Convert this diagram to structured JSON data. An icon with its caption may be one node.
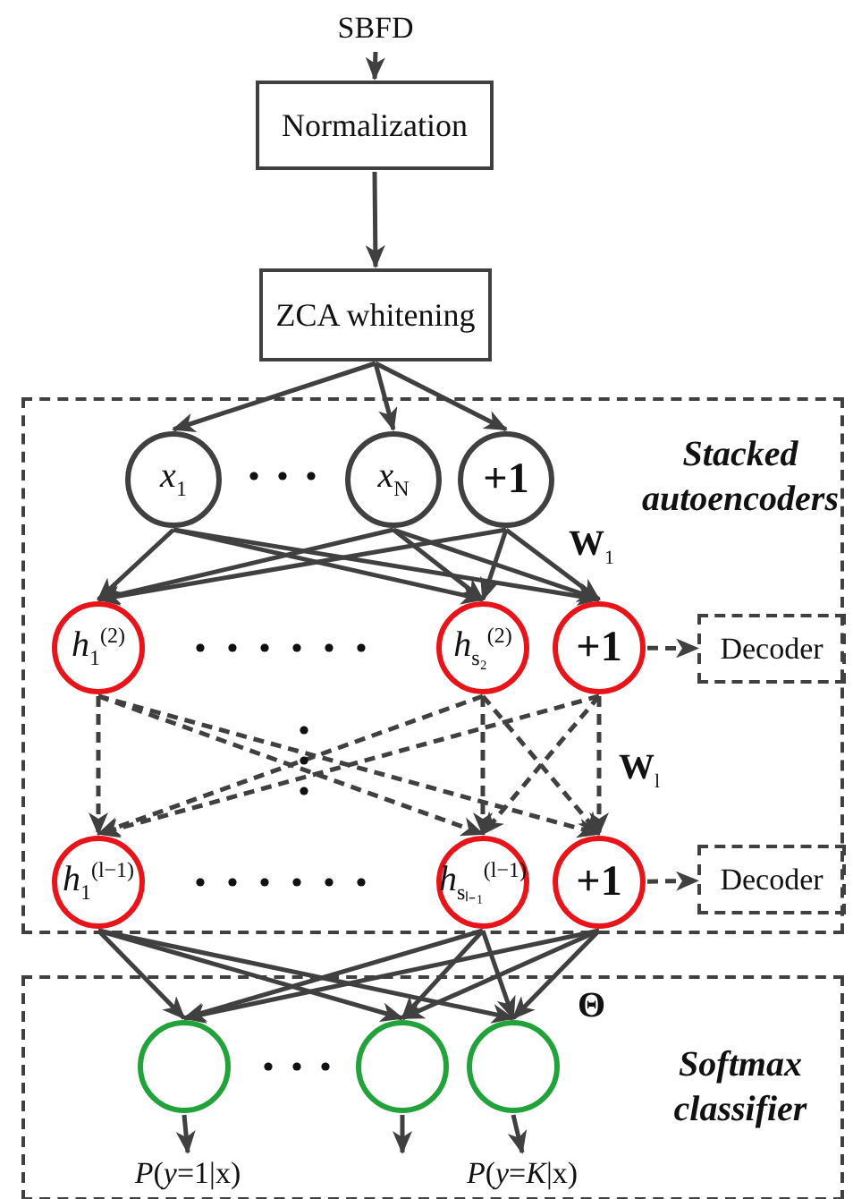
{
  "diagram": {
    "nodes": [
      {
        "text": [
          "SBFD"
        ]
      },
      {
        "text": [
          "Normalization"
        ]
      },
      {
        "text": [
          "ZCA whitening"
        ]
      },
      {
        "text": [
          "Stacked autoencoders"
        ]
      },
      {
        "text": [
          "*x*$_{1}$"
        ],
        "in": 3
      },
      {
        "text": [
          "*x*$_{N}$"
        ],
        "in": 3
      },
      {
        "text": [
          "+1"
        ],
        "in": 3
      },
      {
        "text": [
          "*h*$_{1}$$^{(2)}$"
        ],
        "in": 3
      },
      {
        "text": [
          "*h*$_{s₂}$$^{(2)}$"
        ],
        "in": 3
      },
      {
        "text": [
          "+1"
        ],
        "in": 3
      },
      {
        "text": [
          "Decoder"
        ],
        "in": 3
      },
      {
        "text": [
          "*h*$_{1}$$^{(l−1)}$"
        ],
        "in": 3
      },
      {
        "text": [
          "*h*$_{sₗ₋₁}$$^{(l−1)}$"
        ],
        "in": 3
      },
      {
        "text": [
          "+1"
        ],
        "in": 3
      },
      {
        "text": [
          "Decoder"
        ],
        "in": 3
      },
      {
        "text": [
          "Softmax classifier"
        ]
      },
      {
        "text": [],
        "shape": "circle",
        "in": 15
      },
      {
        "text": [],
        "shape": "circle",
        "in": 15
      },
      {
        "text": [],
        "shape": "circle",
        "in": 15
      },
      {
        "text": [
          "*P*(*y*=1|x)"
        ],
        "in": 15
      },
      {
        "text": [
          "*P*(*y*=*K*|x)"
        ],
        "in": 15
      }
    ],
    "edges": [
      {
        "from": 0,
        "to": 1,
        "arrow": "to"
      },
      {
        "from": 1,
        "to": 2,
        "arrow": "to"
      },
      {
        "from": 2,
        "to": 4,
        "arrow": "to"
      },
      {
        "from": 2,
        "to": 5,
        "arrow": "to"
      },
      {
        "from": 2,
        "to": 6,
        "arrow": "to"
      },
      {
        "from": 4,
        "to": 7,
        "arrow": "to"
      },
      {
        "from": 4,
        "to": 8,
        "arrow": "to"
      },
      {
        "from": 4,
        "to": 9,
        "arrow": "to"
      },
      {
        "from": 5,
        "to": 7,
        "arrow": "to"
      },
      {
        "from": 5,
        "to": 8,
        "arrow": "to"
      },
      {
        "from": 5,
        "to": 9,
        "arrow": "to"
      },
      {
        "from": 6,
        "to": 7,
        "arrow": "to"
      },
      {
        "from": 6,
        "to": 8,
        "arrow": "to"
      },
      {
        "from": 6,
        "to": 9,
        "arrow": "to"
      },
      {
        "from": 9,
        "to": 10,
        "arrow": "to",
        "style": "dashed"
      },
      {
        "from": 7,
        "to": 11,
        "arrow": "to",
        "style": "dashed"
      },
      {
        "from": 7,
        "to": 12,
        "arrow": "to",
        "style": "dashed"
      },
      {
        "from": 7,
        "to": 13,
        "arrow": "to",
        "style": "dashed"
      },
      {
        "from": 8,
        "to": 11,
        "arrow": "to",
        "style": "dashed"
      },
      {
        "from": 8,
        "to": 12,
        "arrow": "to",
        "style": "dashed"
      },
      {
        "from": 8,
        "to": 13,
        "arrow": "to",
        "style": "dashed"
      },
      {
        "from": 9,
        "to": 11,
        "arrow": "to",
        "style": "dashed"
      },
      {
        "from": 9,
        "to": 12,
        "arrow": "to",
        "style": "dashed"
      },
      {
        "from": 9,
        "to": 13,
        "arrow": "to",
        "style": "dashed"
      },
      {
        "from": 13,
        "to": 14,
        "arrow": "to",
        "style": "dashed"
      },
      {
        "from": 11,
        "to": 16,
        "arrow": "to"
      },
      {
        "from": 11,
        "to": 17,
        "arrow": "to"
      },
      {
        "from": 11,
        "to": 18,
        "arrow": "to"
      },
      {
        "from": 12,
        "to": 16,
        "arrow": "to"
      },
      {
        "from": 12,
        "to": 17,
        "arrow": "to"
      },
      {
        "from": 12,
        "to": 18,
        "arrow": "to"
      },
      {
        "from": 13,
        "to": 16,
        "arrow": "to"
      },
      {
        "from": 13,
        "to": 17,
        "arrow": "to"
      },
      {
        "from": 13,
        "to": 18,
        "arrow": "to"
      },
      {
        "from": 16,
        "to": 19,
        "arrow": "to"
      },
      {
        "from": 17,
        "to": null,
        "arrow": "to"
      },
      {
        "from": 18,
        "to": 20,
        "arrow": "to"
      }
    ],
    "labels": [
      "**W**$_{1}$",
      "**W**$_{l}$",
      "Θ"
    ]
  }
}
